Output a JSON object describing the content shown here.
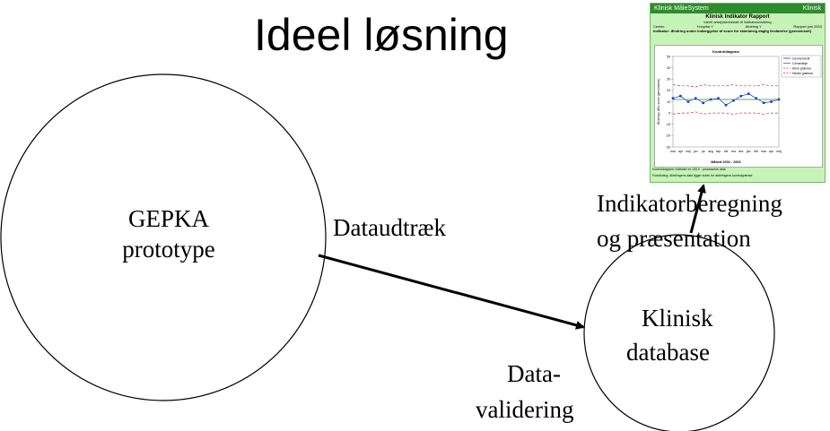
{
  "title": "Ideel løsning",
  "nodes": {
    "gepka": {
      "line1": "GEPKA",
      "line2": "prototype"
    },
    "klinisk": {
      "line1": "Klinisk",
      "line2": "database"
    }
  },
  "edges": {
    "dataudtraek": "Dataudtræk",
    "indikator_line1": "Indikatorberegning",
    "indikator_line2": "og præsentation"
  },
  "validering": {
    "line1": "Data-",
    "line2": "validering"
  },
  "report": {
    "system_name": "Klinisk MåleSystem",
    "system_badge": "Klinisk",
    "title": "Klinisk Indikator Rapport",
    "subtitle": "Ideelt arbejdskredsløb til indikatorudvikling",
    "center_label": "Center:",
    "center_value": "Hospital Y",
    "afdeling": "Afdeling Y",
    "report_date": "Rapport juni 2003",
    "indicator_label": "Indikator:",
    "indicator_text": "Ændring under indlæggelse af score for skimlæsig daglig livsførelse (gennemsnit)",
    "chart_title": "Kontroldiagram",
    "y_label": "Ændring i ADL score (gennemsnit)",
    "x_label": "Måned 2002 - 2003",
    "legend": [
      "Gennemsnit",
      "Centerlinje",
      "Øvre grænse",
      "Nedre grænse"
    ],
    "footer1": "Kontroldiagram: indikator er 100,0 - processens data",
    "footer2": "Fortolkning: Afdelingens data ligger inden for afdelingens kontrolgrænse"
  },
  "chart_data": {
    "type": "line",
    "title": "Kontroldiagram",
    "ylabel": "Ændring i ADL score (gennemsnit)",
    "xlabel": "Måned 2002 - 2003",
    "ylim": [
      -30,
      50
    ],
    "yticks": [
      -30,
      -20,
      -10,
      0,
      10,
      20,
      30,
      40,
      50
    ],
    "categories": [
      "mar",
      "apr",
      "maj",
      "jun",
      "jul",
      "aug",
      "sep",
      "okt",
      "nov",
      "dec",
      "jan",
      "feb",
      "mar",
      "apr",
      "maj"
    ],
    "series": [
      {
        "name": "Gennemsnit",
        "values": [
          13,
          15,
          10,
          13,
          9,
          12,
          13,
          7,
          11,
          15,
          17,
          13,
          9,
          10,
          12
        ]
      },
      {
        "name": "Centerlinje",
        "values": [
          12,
          12,
          12,
          12,
          12,
          12,
          12,
          12,
          12,
          12,
          12,
          12,
          12,
          12,
          12
        ]
      },
      {
        "name": "Øvre grænse",
        "values": [
          25,
          24,
          24,
          23,
          25,
          24,
          24,
          24,
          25,
          24,
          24,
          24,
          25,
          24,
          24
        ]
      },
      {
        "name": "Nedre grænse",
        "values": [
          -1,
          0,
          0,
          1,
          -1,
          0,
          0,
          0,
          -1,
          0,
          0,
          0,
          -1,
          0,
          0
        ]
      }
    ],
    "colors": {
      "Gennemsnit": "#1a3ccc",
      "Centerlinje": "#2e8b2e",
      "Øvre grænse": "#e03030",
      "Nedre grænse": "#e03030"
    }
  }
}
